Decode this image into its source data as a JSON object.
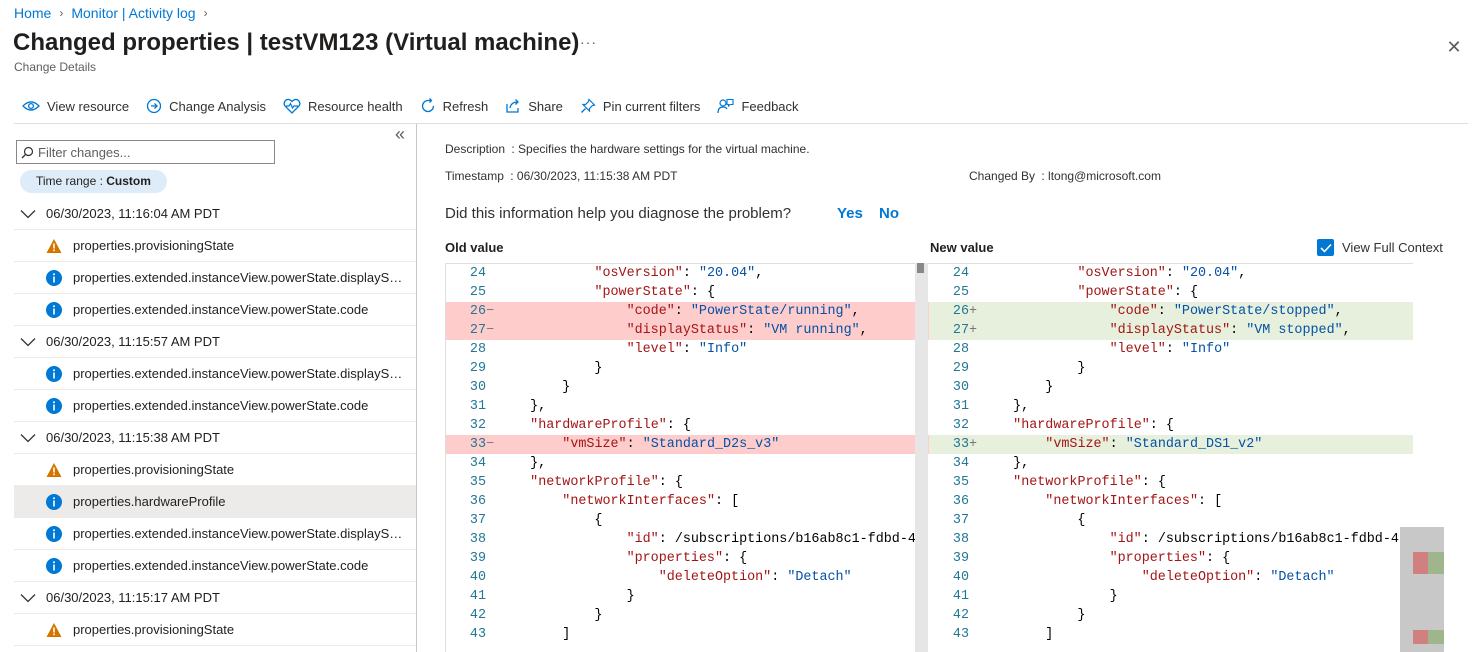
{
  "breadcrumb": {
    "home": "Home",
    "monitor": "Monitor | Activity log"
  },
  "header": {
    "title": "Changed properties | testVM123 (Virtual machine)",
    "more": "···",
    "subtitle": "Change Details",
    "close": "✕"
  },
  "toolbar": {
    "view_resource": "View resource",
    "change_analysis": "Change Analysis",
    "resource_health": "Resource health",
    "refresh": "Refresh",
    "share": "Share",
    "pin_filters": "Pin current filters",
    "feedback": "Feedback"
  },
  "sidebar": {
    "collapse": "«",
    "filter_placeholder": "Filter changes...",
    "time_range_label": "Time range : ",
    "time_range_value": "Custom",
    "groups": [
      {
        "timestamp": "06/30/2023, 11:16:04 AM PDT",
        "items": [
          {
            "icon": "warning-icon",
            "label": "properties.provisioningState"
          },
          {
            "icon": "info-icon",
            "label": "properties.extended.instanceView.powerState.displayStatus"
          },
          {
            "icon": "info-icon",
            "label": "properties.extended.instanceView.powerState.code"
          }
        ]
      },
      {
        "timestamp": "06/30/2023, 11:15:57 AM PDT",
        "items": [
          {
            "icon": "info-icon",
            "label": "properties.extended.instanceView.powerState.displayStatus"
          },
          {
            "icon": "info-icon",
            "label": "properties.extended.instanceView.powerState.code"
          }
        ]
      },
      {
        "timestamp": "06/30/2023, 11:15:38 AM PDT",
        "items": [
          {
            "icon": "warning-icon",
            "label": "properties.provisioningState"
          },
          {
            "icon": "info-icon",
            "label": "properties.hardwareProfile",
            "selected": true
          },
          {
            "icon": "info-icon",
            "label": "properties.extended.instanceView.powerState.displayStatus"
          },
          {
            "icon": "info-icon",
            "label": "properties.extended.instanceView.powerState.code"
          }
        ]
      },
      {
        "timestamp": "06/30/2023, 11:15:17 AM PDT",
        "items": [
          {
            "icon": "warning-icon",
            "label": "properties.provisioningState"
          }
        ]
      }
    ]
  },
  "details": {
    "description_label": "Description",
    "description_value": ": Specifies the hardware settings for the virtual machine.",
    "timestamp_label": "Timestamp",
    "timestamp_value": ": 06/30/2023, 11:15:38 AM PDT",
    "changed_by_label": "Changed By",
    "changed_by_value": ": ltong@microsoft.com",
    "question": "Did this information help you diagnose the problem?",
    "yes": "Yes",
    "no": "No"
  },
  "diff": {
    "old_header": "Old value",
    "new_header": "New value",
    "view_full_context": "View Full Context",
    "view_full_context_checked": true,
    "old_lines": [
      {
        "n": "24",
        "m": "",
        "t": "            \"osVersion\": \"20.04\",",
        "s": ""
      },
      {
        "n": "25",
        "m": "",
        "t": "            \"powerState\": {",
        "s": ""
      },
      {
        "n": "26",
        "m": "−",
        "t": "                \"code\": \"PowerState/running\",",
        "s": "del"
      },
      {
        "n": "27",
        "m": "−",
        "t": "                \"displayStatus\": \"VM running\",",
        "s": "del"
      },
      {
        "n": "28",
        "m": "",
        "t": "                \"level\": \"Info\"",
        "s": ""
      },
      {
        "n": "29",
        "m": "",
        "t": "            }",
        "s": ""
      },
      {
        "n": "30",
        "m": "",
        "t": "        }",
        "s": ""
      },
      {
        "n": "31",
        "m": "",
        "t": "    },",
        "s": ""
      },
      {
        "n": "32",
        "m": "",
        "t": "    \"hardwareProfile\": {",
        "s": ""
      },
      {
        "n": "33",
        "m": "−",
        "t": "        \"vmSize\": \"Standard_D2s_v3\"",
        "s": "del"
      },
      {
        "n": "34",
        "m": "",
        "t": "    },",
        "s": ""
      },
      {
        "n": "35",
        "m": "",
        "t": "    \"networkProfile\": {",
        "s": ""
      },
      {
        "n": "36",
        "m": "",
        "t": "        \"networkInterfaces\": [",
        "s": ""
      },
      {
        "n": "37",
        "m": "",
        "t": "            {",
        "s": ""
      },
      {
        "n": "38",
        "m": "",
        "t": "                \"id\": \"/subscriptions/b16ab8c1-fdbd-4",
        "s": ""
      },
      {
        "n": "39",
        "m": "",
        "t": "                \"properties\": {",
        "s": ""
      },
      {
        "n": "40",
        "m": "",
        "t": "                    \"deleteOption\": \"Detach\"",
        "s": ""
      },
      {
        "n": "41",
        "m": "",
        "t": "                }",
        "s": ""
      },
      {
        "n": "42",
        "m": "",
        "t": "            }",
        "s": ""
      },
      {
        "n": "43",
        "m": "",
        "t": "        ]",
        "s": ""
      }
    ],
    "new_lines": [
      {
        "n": "24",
        "m": "",
        "t": "            \"osVersion\": \"20.04\",",
        "s": ""
      },
      {
        "n": "25",
        "m": "",
        "t": "            \"powerState\": {",
        "s": ""
      },
      {
        "n": "26",
        "m": "+",
        "t": "                \"code\": \"PowerState/stopped\",",
        "s": "add"
      },
      {
        "n": "27",
        "m": "+",
        "t": "                \"displayStatus\": \"VM stopped\",",
        "s": "add"
      },
      {
        "n": "28",
        "m": "",
        "t": "                \"level\": \"Info\"",
        "s": ""
      },
      {
        "n": "29",
        "m": "",
        "t": "            }",
        "s": ""
      },
      {
        "n": "30",
        "m": "",
        "t": "        }",
        "s": ""
      },
      {
        "n": "31",
        "m": "",
        "t": "    },",
        "s": ""
      },
      {
        "n": "32",
        "m": "",
        "t": "    \"hardwareProfile\": {",
        "s": ""
      },
      {
        "n": "33",
        "m": "+",
        "t": "        \"vmSize\": \"Standard_DS1_v2\"",
        "s": "add"
      },
      {
        "n": "34",
        "m": "",
        "t": "    },",
        "s": ""
      },
      {
        "n": "35",
        "m": "",
        "t": "    \"networkProfile\": {",
        "s": ""
      },
      {
        "n": "36",
        "m": "",
        "t": "        \"networkInterfaces\": [",
        "s": ""
      },
      {
        "n": "37",
        "m": "",
        "t": "            {",
        "s": ""
      },
      {
        "n": "38",
        "m": "",
        "t": "                \"id\": \"/subscriptions/b16ab8c1-fdbd-4",
        "s": ""
      },
      {
        "n": "39",
        "m": "",
        "t": "                \"properties\": {",
        "s": ""
      },
      {
        "n": "40",
        "m": "",
        "t": "                    \"deleteOption\": \"Detach\"",
        "s": ""
      },
      {
        "n": "41",
        "m": "",
        "t": "                }",
        "s": ""
      },
      {
        "n": "42",
        "m": "",
        "t": "            }",
        "s": ""
      },
      {
        "n": "43",
        "m": "",
        "t": "        ]",
        "s": ""
      }
    ]
  },
  "colors": {
    "accent": "#0078d4",
    "deleted": "#ffcccc",
    "added": "#e6f0dc",
    "warning": "#d47500",
    "info": "#0078d4"
  }
}
